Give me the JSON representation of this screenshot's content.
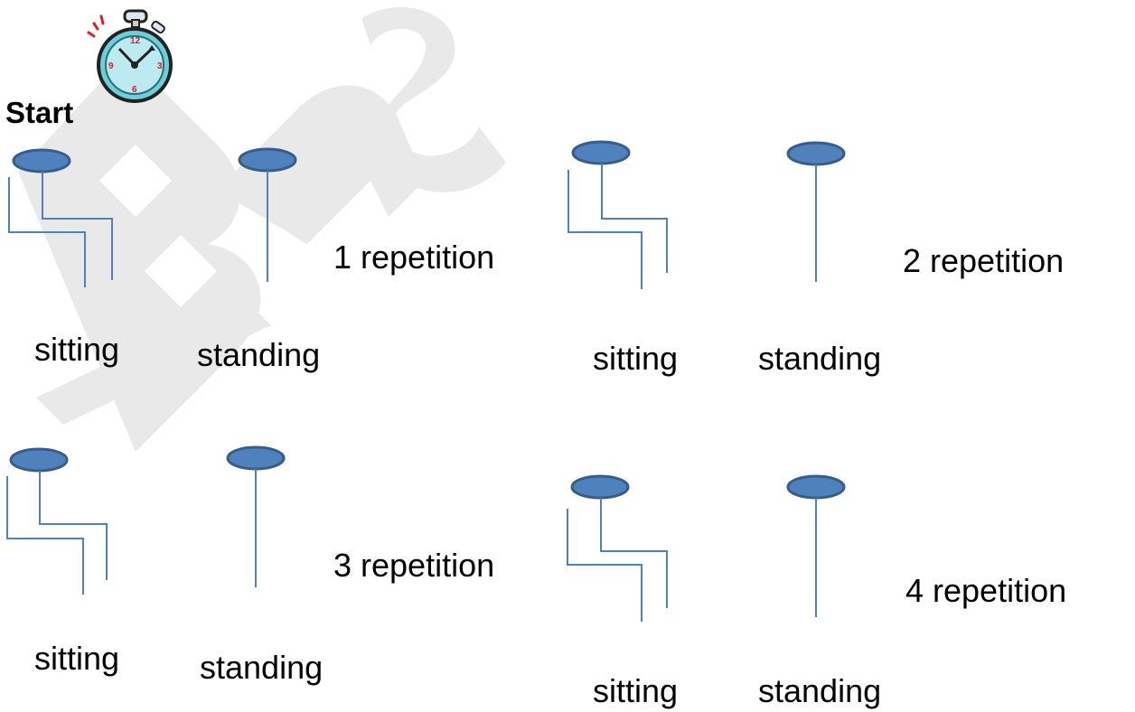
{
  "title": "Start",
  "icons": {
    "timer": "stopwatch-icon"
  },
  "colors": {
    "head_fill": "#4f81bd",
    "head_stroke": "#385d8a",
    "line": "#4f81bd",
    "watermark": "#e6e6e6"
  },
  "groups": [
    {
      "id": "1",
      "sit_label": "sitting",
      "stand_label": "standing",
      "rep_label": "1 repetition"
    },
    {
      "id": "2",
      "sit_label": "sitting",
      "stand_label": "standing",
      "rep_label": "2 repetition"
    },
    {
      "id": "3",
      "sit_label": "sitting",
      "stand_label": "standing",
      "rep_label": "3 repetition"
    },
    {
      "id": "4",
      "sit_label": "sitting",
      "stand_label": "standing",
      "rep_label": "4 repetition"
    }
  ]
}
